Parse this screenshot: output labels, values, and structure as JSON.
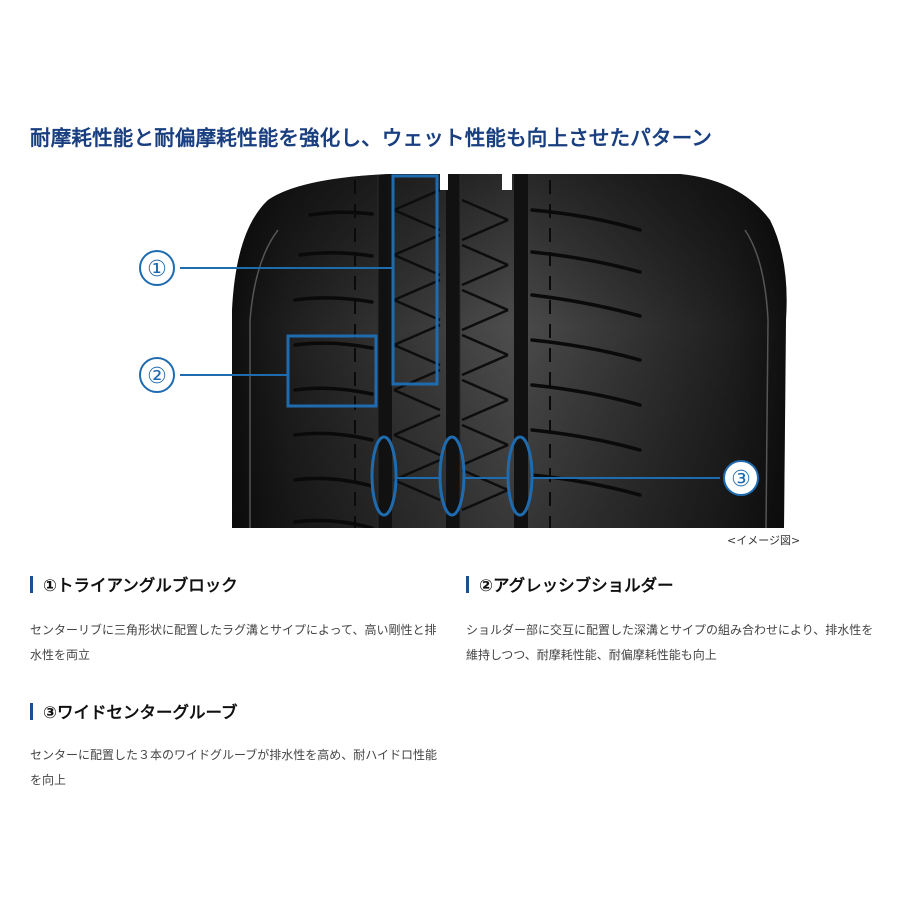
{
  "page": {
    "title": "耐摩耗性能と耐偏摩耗性能を強化し、ウェット性能も向上させたパターン",
    "image_caption": "<イメージ図>"
  },
  "diagram": {
    "callouts": [
      {
        "label": "①",
        "target": "center-rib-triangle-block"
      },
      {
        "label": "②",
        "target": "shoulder-block"
      },
      {
        "label": "③",
        "target": "three-center-grooves"
      }
    ],
    "colors": {
      "callout": "#1f6bb0",
      "title": "#1a3f80",
      "tire": "#1c1c1c"
    }
  },
  "features": [
    {
      "heading": "①トライアングルブロック",
      "body": "センターリブに三角形状に配置したラグ溝とサイプによって、高い剛性と排水性を両立"
    },
    {
      "heading": "②アグレッシブショルダー",
      "body": "ショルダー部に交互に配置した深溝とサイプの組み合わせにより、排水性を維持しつつ、耐摩耗性能、耐偏摩耗性能も向上"
    },
    {
      "heading": "③ワイドセンターグルーブ",
      "body": "センターに配置した３本のワイドグルーブが排水性を高め、耐ハイドロ性能を向上"
    }
  ]
}
